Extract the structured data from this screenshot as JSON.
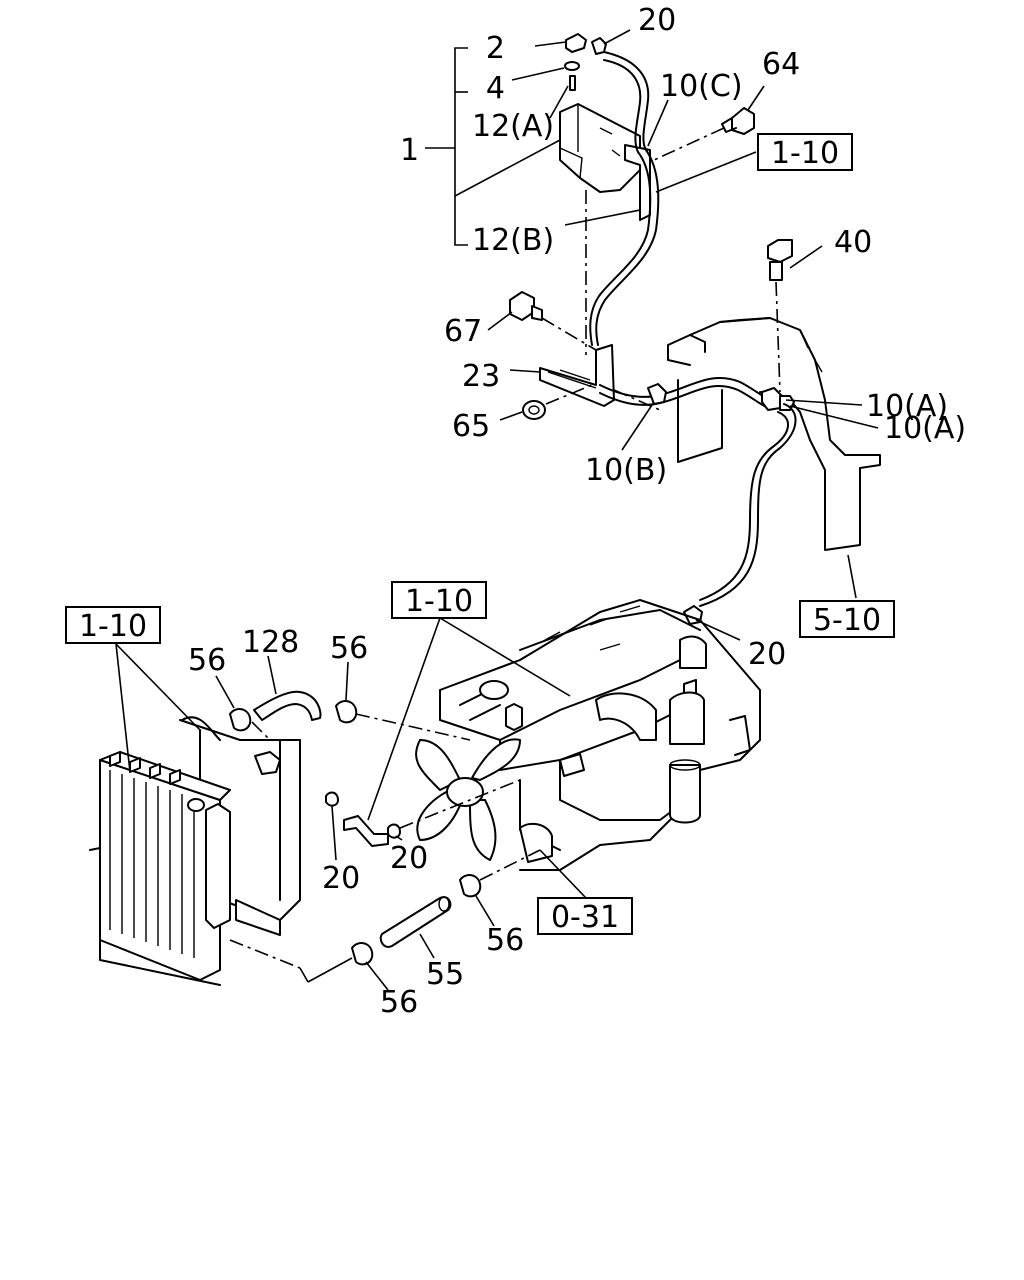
{
  "callouts": {
    "c2": "2",
    "c20_top": "20",
    "c4": "4",
    "c10c": "10(C)",
    "c64": "64",
    "c12a": "12(A)",
    "c1": "1",
    "c12b": "12(B)",
    "c40": "40",
    "c67": "67",
    "c10a_1": "10(A)",
    "c23": "23",
    "c10a_2": "10(A)",
    "c65": "65",
    "c10b": "10(B)",
    "c20_right": "20",
    "c128": "128",
    "c56_a": "56",
    "c56_b": "56",
    "c20_mid_a": "20",
    "c20_mid_b": "20",
    "c56_c": "56",
    "c55": "55",
    "c56_d": "56"
  },
  "references": {
    "ref_top": "1-10",
    "ref_5_10": "5-10",
    "ref_center": "1-10",
    "ref_left": "1-10",
    "ref_0_31": "0-31"
  }
}
